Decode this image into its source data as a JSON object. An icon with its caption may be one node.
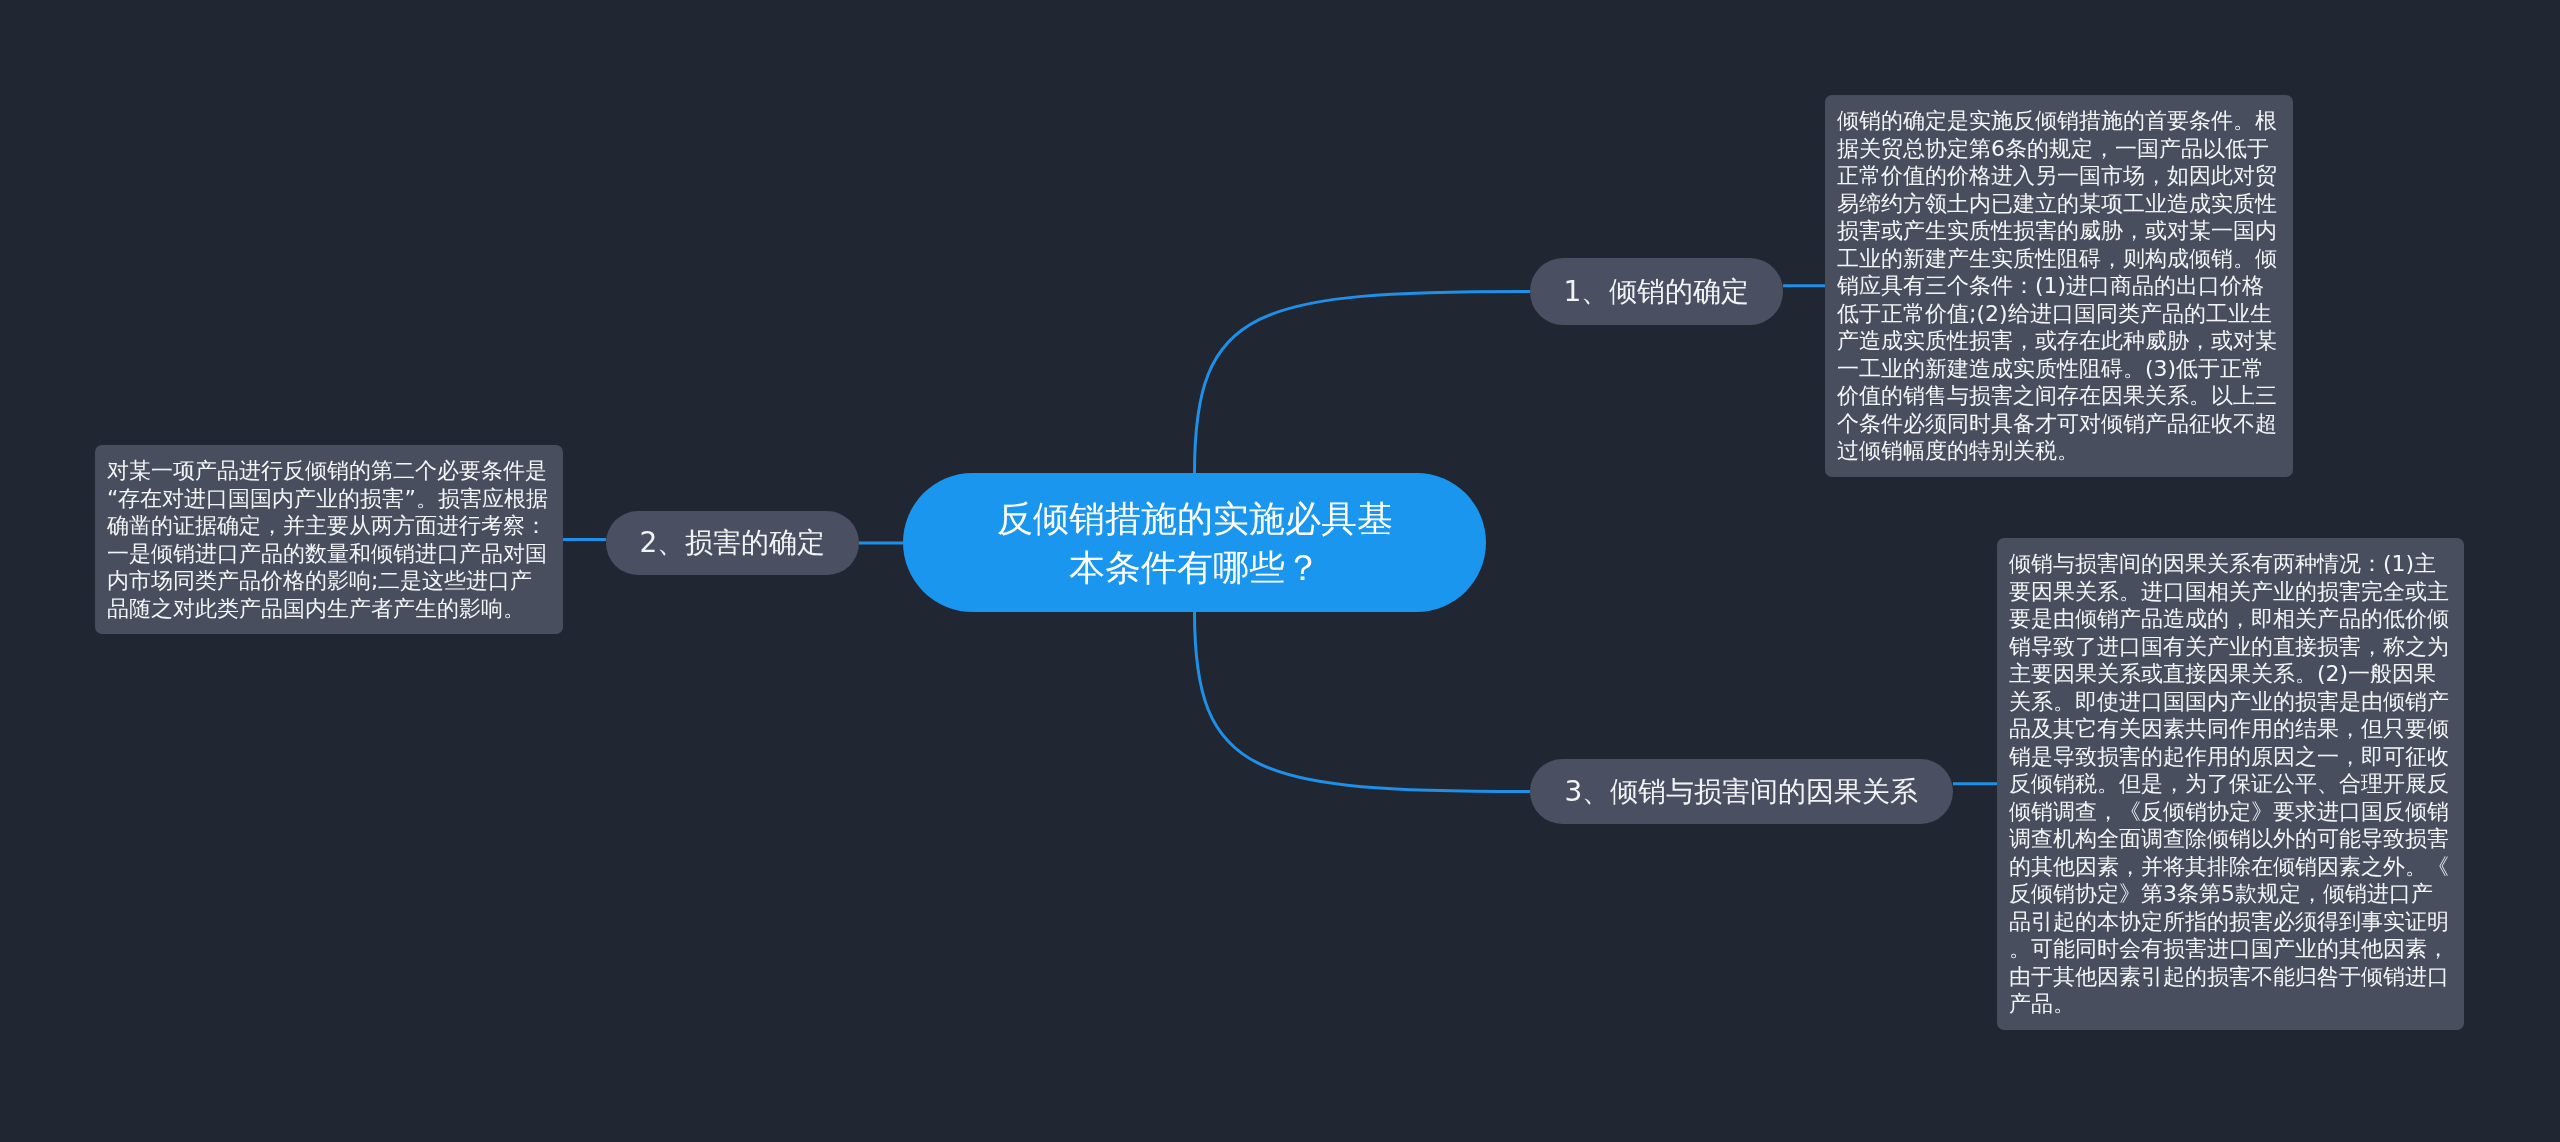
{
  "diagram": {
    "nodes": [
      {
        "text": [
          "反倾销措施的实施必具基本条件有哪些？"
        ]
      },
      {
        "text": [
          "1、倾销的确定"
        ]
      },
      {
        "text": [
          "倾销的确定是实施反倾销措施的首要条件。根据关贸总协定第6条的规定，一国产品以低于正常价值的价格进入另一国市场，如因此对贸易缔约方领土内已建立的某项工业造成实质性损害或产生实质性损害的威胁，或对某一国内工业的新建产生实质性阻碍，则构成倾销。倾销应具有三个条件：(1)进口商品的出口价格低于正常价值;(2)给进口国同类产品的工业生产造成实质性损害，或存在此种威胁，或对某一工业的新建造成实质性阻碍。(3)低于正常价值的销售与损害之间存在因果关系。以上三个条件必须同时具备才可对倾销产品征收不超过倾销幅度的特别关税。"
        ]
      },
      {
        "text": [
          "2、损害的确定"
        ]
      },
      {
        "text": [
          "对某一项产品进行反倾销的第二个必要条件是“存在对进口国国内产业的损害”。损害应根据确凿的证据确定，并主要从两方面进行考察：一是倾销进口产品的数量和倾销进口产品对国内市场同类产品价格的影响;二是这些进口产品随之对此类产品国内生产者产生的影响。"
        ]
      },
      {
        "text": [
          "3、倾销与损害间的因果关系"
        ]
      },
      {
        "text": [
          "倾销与损害间的因果关系有两种情况：(1)主要因果关系。进口国相关产业的损害完全或主要是由倾销产品造成的，即相关产品的低价倾销导致了进口国有关产业的直接损害，称之为主要因果关系或直接因果关系。(2)一般因果关系。即使进口国国内产业的损害是由倾销产品及其它有关因素共同作用的结果，但只要倾销是导致损害的起作用的原因之一，即可征收反倾销税。但是，为了保证公平、合理开展反倾销调查，《反倾销协定》要求进口国反倾销调查机构全面调查除倾销以外的可能导致损害的其他因素，并将其排除在倾销因素之外。《反倾销协定》第3条第5款规定，倾销进口产品引起的本协定所指的损害必须得到事实证明。可能同时会有损害进口国产业的其他因素，由于其他因素引起的损害不能归咎于倾销进口产品。"
        ]
      }
    ],
    "edges": [
      {
        "from": 0,
        "to": 1,
        "arrow": "none"
      },
      {
        "from": 1,
        "to": 2,
        "arrow": "none"
      },
      {
        "from": 0,
        "to": 3,
        "arrow": "none"
      },
      {
        "from": 3,
        "to": 4,
        "arrow": "none"
      },
      {
        "from": 0,
        "to": 5,
        "arrow": "none"
      },
      {
        "from": 5,
        "to": 6,
        "arrow": "none"
      }
    ]
  }
}
